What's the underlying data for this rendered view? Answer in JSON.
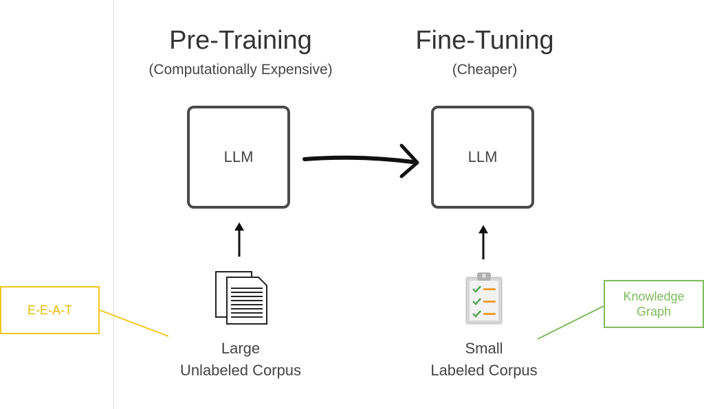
{
  "pretraining": {
    "title": "Pre-Training",
    "subtitle": "(Computationally Expensive)",
    "box_label": "LLM",
    "corpus_line1": "Large",
    "corpus_line2": "Unlabeled Corpus"
  },
  "finetuning": {
    "title": "Fine-Tuning",
    "subtitle": "(Cheaper)",
    "box_label": "LLM",
    "corpus_line1": "Small",
    "corpus_line2": "Labeled Corpus"
  },
  "annotations": {
    "eeat": {
      "text": "E-E-A-T",
      "color": "#f5c518"
    },
    "knowledge_graph": {
      "line1": "Knowledge",
      "line2": "Graph",
      "color": "#7dbb5a"
    }
  },
  "icons": {
    "documents": "documents-icon",
    "checklist": "clipboard-checklist-icon"
  }
}
